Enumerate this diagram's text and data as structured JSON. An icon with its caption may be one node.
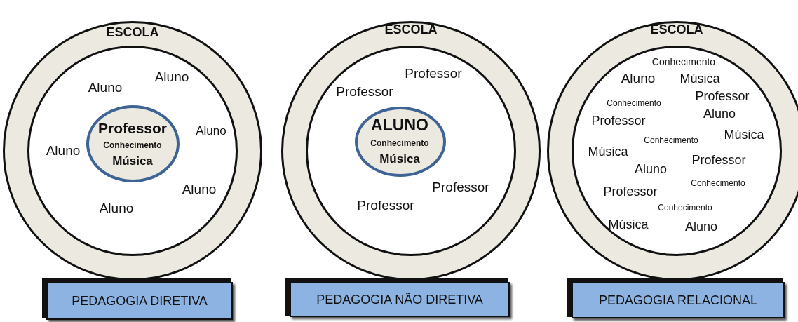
{
  "diagram": {
    "nodes": [
      {
        "text": [
          "ESCOLA"
        ]
      },
      {
        "text": [
          "Aluno",
          "Aluno",
          "Aluno",
          "Aluno",
          "Aluno",
          "Aluno"
        ],
        "in": 0
      },
      {
        "text": [
          "Professor",
          "Conhecimento",
          "Música"
        ],
        "in": 1
      },
      {
        "text": [
          "PEDAGOGIA DIRETIVA"
        ]
      },
      {
        "text": [
          "ESCOLA"
        ]
      },
      {
        "text": [
          "Professor",
          "Professor",
          "Professor",
          "Professor"
        ],
        "in": 4
      },
      {
        "text": [
          "ALUNO",
          "Conhecimento",
          "Música"
        ],
        "in": 5
      },
      {
        "text": [
          "PEDAGOGIA NÃO DIRETIVA"
        ]
      },
      {
        "text": [
          "ESCOLA"
        ]
      },
      {
        "text": [
          "Conhecimento",
          "Aluno",
          "Música",
          "Professor",
          "Conhecimento",
          "Aluno",
          "Professor",
          "Música",
          "Conhecimento",
          "Música",
          "Professor",
          "Aluno",
          "Conhecimento",
          "Professor",
          "Conhecimento",
          "Música",
          "Aluno"
        ],
        "in": 8
      },
      {
        "text": [
          "PEDAGOGIA RELACIONAL"
        ]
      }
    ],
    "edges": []
  }
}
